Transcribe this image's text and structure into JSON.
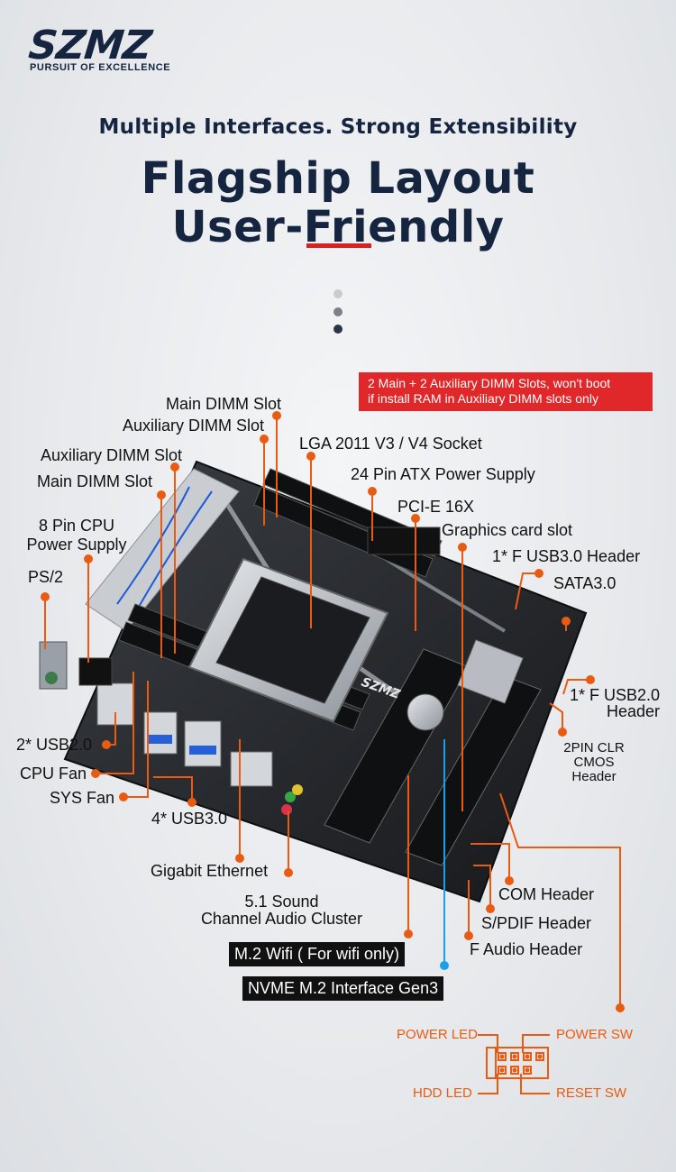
{
  "brand": {
    "logo_text": "SZMZ",
    "tagline": "PURSUIT OF EXCELLENCE"
  },
  "heading": {
    "subtitle": "Multiple Interfaces. Strong Extensibility",
    "title_line1": "Flagship Layout",
    "title_line2": "User-Friendly"
  },
  "notice": {
    "line1": "2 Main + 2 Auxiliary DIMM Slots, won't boot",
    "line2": "if install RAM in Auxiliary DIMM slots only"
  },
  "labels": {
    "main_dimm_top": "Main DIMM Slot",
    "aux_dimm_top": "Auxiliary DIMM Slot",
    "lga_socket": "LGA 2011 V3 / V4 Socket",
    "atx_power": "24 Pin ATX Power Supply",
    "pcie_16x": "PCI-E 16X",
    "graphics_slot": "Graphics card slot",
    "f_usb3_header": "1* F USB3.0 Header",
    "sata3": "SATA3.0",
    "aux_dimm_left": "Auxiliary DIMM Slot",
    "main_dimm_left": "Main DIMM Slot",
    "cpu_power_line1": "8 Pin CPU",
    "cpu_power_line2": "Power Supply",
    "ps2": "PS/2",
    "f_usb2_line1": "1* F USB2.0",
    "f_usb2_line2": "Header",
    "clr_line1": "2PIN CLR",
    "clr_line2": "CMOS",
    "clr_line3": "Header",
    "usb2": "2* USB2.0",
    "cpu_fan": "CPU Fan",
    "sys_fan": "SYS Fan",
    "usb3": "4* USB3.0",
    "gigabit": "Gigabit Ethernet",
    "audio_line1": "5.1 Sound",
    "audio_line2": "Channel Audio Cluster",
    "com_header": "COM Header",
    "spdif_header": "S/PDIF Header",
    "f_audio_header": "F Audio Header",
    "m2_wifi": "M.2 Wifi ( For wifi only)",
    "nvme": "NVME M.2 Interface Gen3"
  },
  "front_panel": {
    "power_led": "POWER LED",
    "power_sw": "POWER SW",
    "hdd_led": "HDD  LED",
    "reset_sw": "RESET SW"
  },
  "board": {
    "silkscreen": "SZMZ",
    "accent_color": "#e95b10",
    "cyan_color": "#1aa0e8",
    "notice_color": "#e0272a",
    "heading_color": "#15243f"
  }
}
